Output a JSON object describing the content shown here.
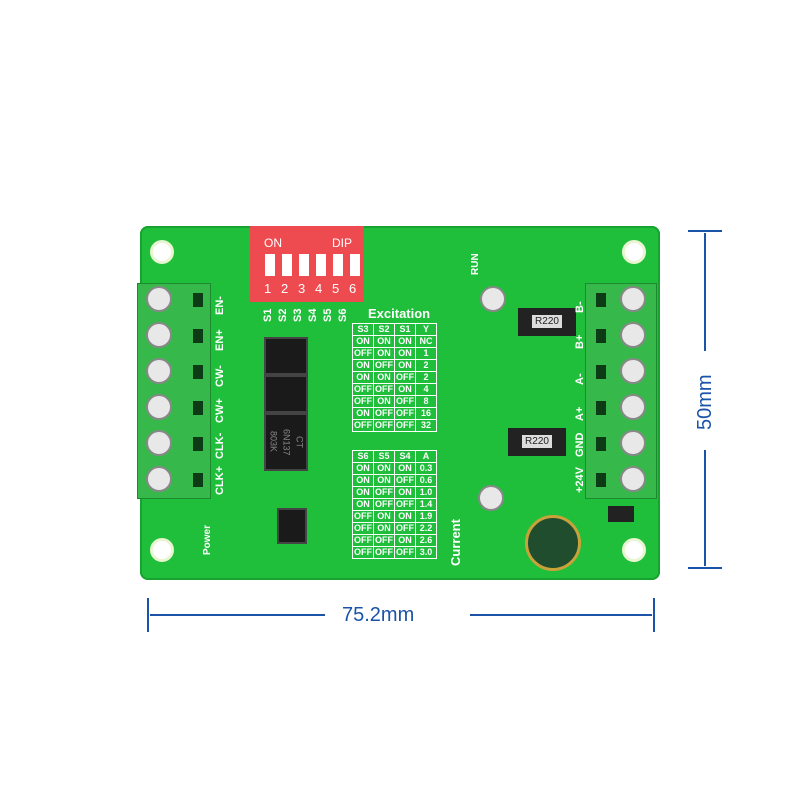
{
  "dimensions": {
    "width_label": "75.2mm",
    "height_label": "50mm",
    "color": "#1a53a8"
  },
  "board": {
    "color": "#1fbf3c",
    "dip": {
      "on_label": "ON",
      "dip_label": "DIP",
      "numbers": [
        "1",
        "2",
        "3",
        "4",
        "5",
        "6"
      ]
    },
    "left_terminal_labels": [
      "EN-",
      "EN+",
      "CW-",
      "CW+",
      "CLK-",
      "CLK+"
    ],
    "switch_labels": [
      "S1",
      "S2",
      "S3",
      "S4",
      "S5",
      "S6"
    ],
    "right_terminal_labels": [
      "B-",
      "B+",
      "A-",
      "A+",
      "GND",
      "+24V"
    ],
    "excitation": {
      "title": "Excitation",
      "header": [
        "S3",
        "S2",
        "S1",
        "Y"
      ],
      "rows": [
        [
          "ON",
          "ON",
          "ON",
          "NC"
        ],
        [
          "OFF",
          "ON",
          "ON",
          "1"
        ],
        [
          "ON",
          "OFF",
          "ON",
          "2"
        ],
        [
          "ON",
          "ON",
          "OFF",
          "2"
        ],
        [
          "OFF",
          "OFF",
          "ON",
          "4"
        ],
        [
          "OFF",
          "ON",
          "OFF",
          "8"
        ],
        [
          "ON",
          "OFF",
          "OFF",
          "16"
        ],
        [
          "OFF",
          "OFF",
          "OFF",
          "32"
        ]
      ]
    },
    "current": {
      "title": "Current",
      "header": [
        "S6",
        "S5",
        "S4",
        "A"
      ],
      "rows": [
        [
          "ON",
          "ON",
          "ON",
          "0.3"
        ],
        [
          "ON",
          "ON",
          "OFF",
          "0.6"
        ],
        [
          "ON",
          "OFF",
          "ON",
          "1.0"
        ],
        [
          "ON",
          "OFF",
          "OFF",
          "1.4"
        ],
        [
          "OFF",
          "ON",
          "ON",
          "1.9"
        ],
        [
          "OFF",
          "ON",
          "OFF",
          "2.2"
        ],
        [
          "OFF",
          "OFF",
          "ON",
          "2.6"
        ],
        [
          "OFF",
          "OFF",
          "OFF",
          "3.0"
        ]
      ]
    },
    "chip_text": [
      "CT",
      "6N137",
      "803K"
    ],
    "resistor_text": [
      "R220",
      "R220"
    ],
    "power_label": "Power",
    "run_label": "RUN"
  }
}
